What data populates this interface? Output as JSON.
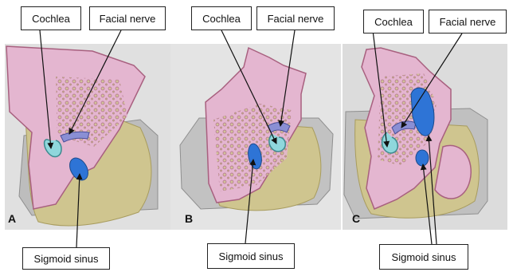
{
  "figure": {
    "panels": [
      {
        "letter": "A",
        "labels": {
          "cochlea": "Cochlea",
          "facial_nerve": "Facial nerve",
          "sigmoid_sinus": "Sigmoid sinus"
        }
      },
      {
        "letter": "B",
        "labels": {
          "cochlea": "Cochlea",
          "facial_nerve": "Facial nerve",
          "sigmoid_sinus": "Sigmoid sinus"
        }
      },
      {
        "letter": "C",
        "labels": {
          "cochlea": "Cochlea",
          "facial_nerve": "Facial nerve",
          "sigmoid_sinus": "Sigmoid sinus"
        }
      }
    ],
    "colors": {
      "bone_tan": "#cfc58f",
      "bone_shadow": "#a89c5e",
      "cut_surface_pink": "#e4b6d0",
      "cut_outline": "#a8607f",
      "cochlea_cyan": "#8fd7dc",
      "facial_nerve_purple": "#8a8fd4",
      "sigmoid_sinus_blue": "#2e74d6",
      "tray_gray": "#b9b9b9",
      "background_gray": "#e2e2e2"
    }
  }
}
